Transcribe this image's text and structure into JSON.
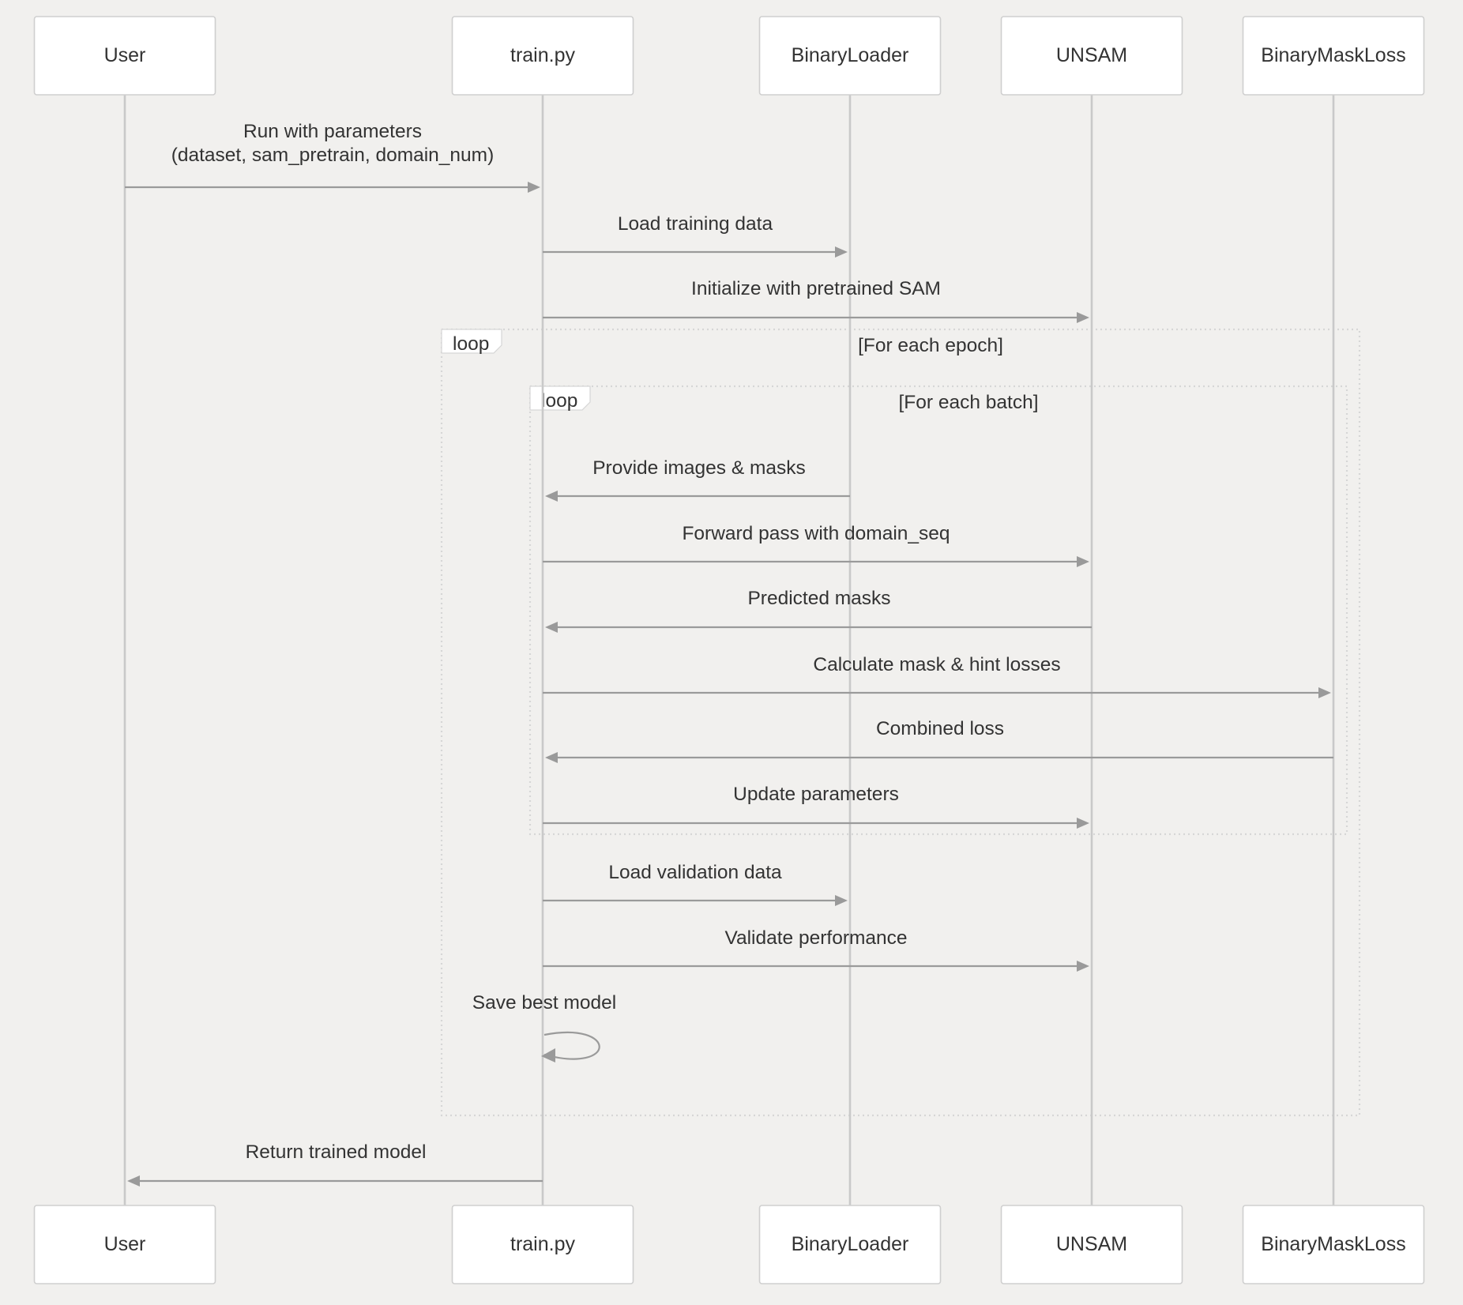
{
  "participants": [
    {
      "id": "user",
      "label": "User"
    },
    {
      "id": "train",
      "label": "train.py"
    },
    {
      "id": "loader",
      "label": "BinaryLoader"
    },
    {
      "id": "unsam",
      "label": "UNSAM"
    },
    {
      "id": "loss",
      "label": "BinaryMaskLoss"
    }
  ],
  "messages": [
    {
      "from": "user",
      "to": "train",
      "lines": [
        "Run with parameters",
        "(dataset, sam_pretrain, domain_num)"
      ]
    },
    {
      "from": "train",
      "to": "loader",
      "lines": [
        "Load training data"
      ]
    },
    {
      "from": "train",
      "to": "unsam",
      "lines": [
        "Initialize with pretrained SAM"
      ]
    },
    {
      "from": "loader",
      "to": "train",
      "lines": [
        "Provide images & masks"
      ]
    },
    {
      "from": "train",
      "to": "unsam",
      "lines": [
        "Forward pass with domain_seq"
      ]
    },
    {
      "from": "unsam",
      "to": "train",
      "lines": [
        "Predicted masks"
      ]
    },
    {
      "from": "train",
      "to": "loss",
      "lines": [
        "Calculate mask & hint losses"
      ]
    },
    {
      "from": "loss",
      "to": "train",
      "lines": [
        "Combined loss"
      ]
    },
    {
      "from": "train",
      "to": "unsam",
      "lines": [
        "Update parameters"
      ]
    },
    {
      "from": "train",
      "to": "loader",
      "lines": [
        "Load validation data"
      ]
    },
    {
      "from": "train",
      "to": "unsam",
      "lines": [
        "Validate performance"
      ]
    },
    {
      "from": "train",
      "to": "train",
      "lines": [
        "Save best model"
      ]
    },
    {
      "from": "train",
      "to": "user",
      "lines": [
        "Return trained model"
      ]
    }
  ],
  "loops": [
    {
      "tag": "loop",
      "condition": "[For each epoch]"
    },
    {
      "tag": "loop",
      "condition": "[For each batch]"
    }
  ]
}
